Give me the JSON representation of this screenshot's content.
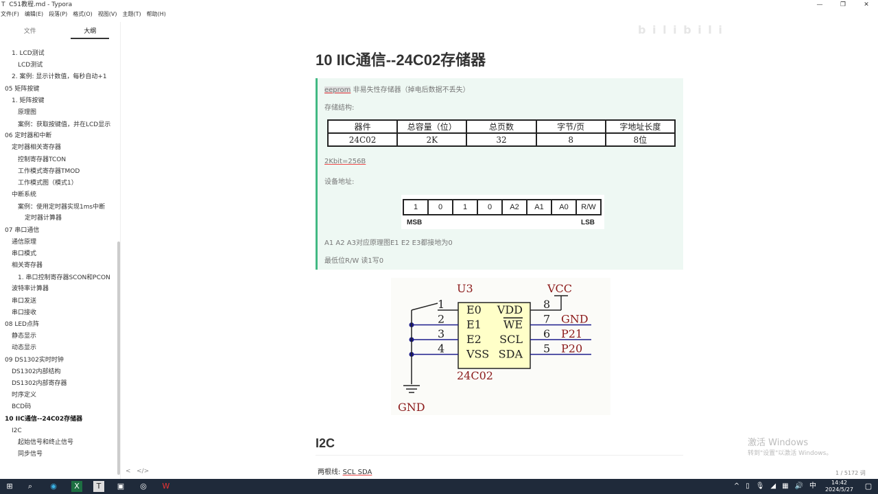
{
  "window": {
    "title": "C51教程.md - Typora",
    "icon": "T",
    "controls": [
      "minimize-icon",
      "restore-icon",
      "close-icon"
    ]
  },
  "menu": [
    "文件(F)",
    "编辑(E)",
    "段落(P)",
    "格式(O)",
    "视图(V)",
    "主题(T)",
    "帮助(H)"
  ],
  "sidebar": {
    "tabs": [
      "文件",
      "大纲"
    ],
    "active_tab": "大纲",
    "items": [
      {
        "label": "1. LCD测试",
        "level": 1
      },
      {
        "label": "LCD测试",
        "level": 2
      },
      {
        "label": "2. 案例: 显示计数值，每秒自动+1",
        "level": 1
      },
      {
        "label": "05 矩阵按键",
        "level": 0
      },
      {
        "label": "1. 矩阵按键",
        "level": 1
      },
      {
        "label": "原理图",
        "level": 2
      },
      {
        "label": "案例：获取按键值，并在LCD显示",
        "level": 2
      },
      {
        "label": "06 定时器和中断",
        "level": 0
      },
      {
        "label": "定时器相关寄存器",
        "level": 1
      },
      {
        "label": "控制寄存器TCON",
        "level": 2
      },
      {
        "label": "工作模式寄存器TMOD",
        "level": 2
      },
      {
        "label": "工作模式图（模式1）",
        "level": 2
      },
      {
        "label": "中断系统",
        "level": 1
      },
      {
        "label": "案例：使用定时器实现1ms中断",
        "level": 2
      },
      {
        "label": "定时器计算器",
        "level": 3
      },
      {
        "label": "07 串口通信",
        "level": 0
      },
      {
        "label": "通信原理",
        "level": 1
      },
      {
        "label": "串口模式",
        "level": 1
      },
      {
        "label": "相关寄存器",
        "level": 1
      },
      {
        "label": "1. 串口控制寄存器SCON和PCON",
        "level": 2
      },
      {
        "label": "波特率计算器",
        "level": 1
      },
      {
        "label": "串口发送",
        "level": 1
      },
      {
        "label": "串口接收",
        "level": 1
      },
      {
        "label": "08 LED点阵",
        "level": 0
      },
      {
        "label": "静态显示",
        "level": 1
      },
      {
        "label": "动态显示",
        "level": 1
      },
      {
        "label": "09 DS1302实时时钟",
        "level": 0
      },
      {
        "label": "DS1302内部结构",
        "level": 1
      },
      {
        "label": "DS1302内部寄存器",
        "level": 1
      },
      {
        "label": "时序定义",
        "level": 1
      },
      {
        "label": "BCD码",
        "level": 1
      },
      {
        "label": "10 IIC通信--24C02存储器",
        "level": 0,
        "current": true
      },
      {
        "label": "I2C",
        "level": 1
      },
      {
        "label": "起始信号和终止信号",
        "level": 2
      },
      {
        "label": "同步信号",
        "level": 2
      }
    ],
    "footer": [
      "<",
      "</>"
    ]
  },
  "doc": {
    "h1": "10 IIC通信--24C02存储器",
    "quote": {
      "line1_a": "eeprom",
      "line1_b": " 非易失性存储器（掉电后数据不丢失）",
      "line2": "存储结构:",
      "table": {
        "headers": [
          "器件",
          "总容量（位）",
          "总页数",
          "字节/页",
          "字地址长度"
        ],
        "row": [
          "24C02",
          "2K",
          "32",
          "8",
          "8位"
        ]
      },
      "line3": "2Kbit=256B",
      "line4": "设备地址:",
      "addr": {
        "bits": [
          "1",
          "0",
          "1",
          "0",
          "A2",
          "A1",
          "A0",
          "R/W"
        ],
        "msb": "MSB",
        "lsb": "LSB"
      },
      "line5": "A1 A2 A3对应原理图E1 E2 E3都接地为0",
      "line6": "最低位R/W 读1写0"
    },
    "schematic": {
      "ref": "U3",
      "part": "24C02",
      "vcc": "VCC",
      "gnd": "GND",
      "left_pins": [
        {
          "n": "1",
          "name": "E0"
        },
        {
          "n": "2",
          "name": "E1"
        },
        {
          "n": "3",
          "name": "E2"
        },
        {
          "n": "4",
          "name": "VSS"
        }
      ],
      "right_pins": [
        {
          "n": "8",
          "name": "VDD",
          "net": ""
        },
        {
          "n": "7",
          "name": "WE",
          "net": "GND"
        },
        {
          "n": "6",
          "name": "SCL",
          "net": "P21"
        },
        {
          "n": "5",
          "name": "SDA",
          "net": "P20"
        }
      ]
    },
    "h2": "I2C",
    "two_lines_a": "两根线: ",
    "two_lines_b": "SCL SDA"
  },
  "watermark": "bilibili",
  "activate": {
    "title": "激活 Windows",
    "sub": "转到\"设置\"以激活 Windows。"
  },
  "word_count": "1 / 5172 词",
  "taskbar": {
    "time": "14:42",
    "date": "2024/5/27",
    "ime": "中"
  }
}
